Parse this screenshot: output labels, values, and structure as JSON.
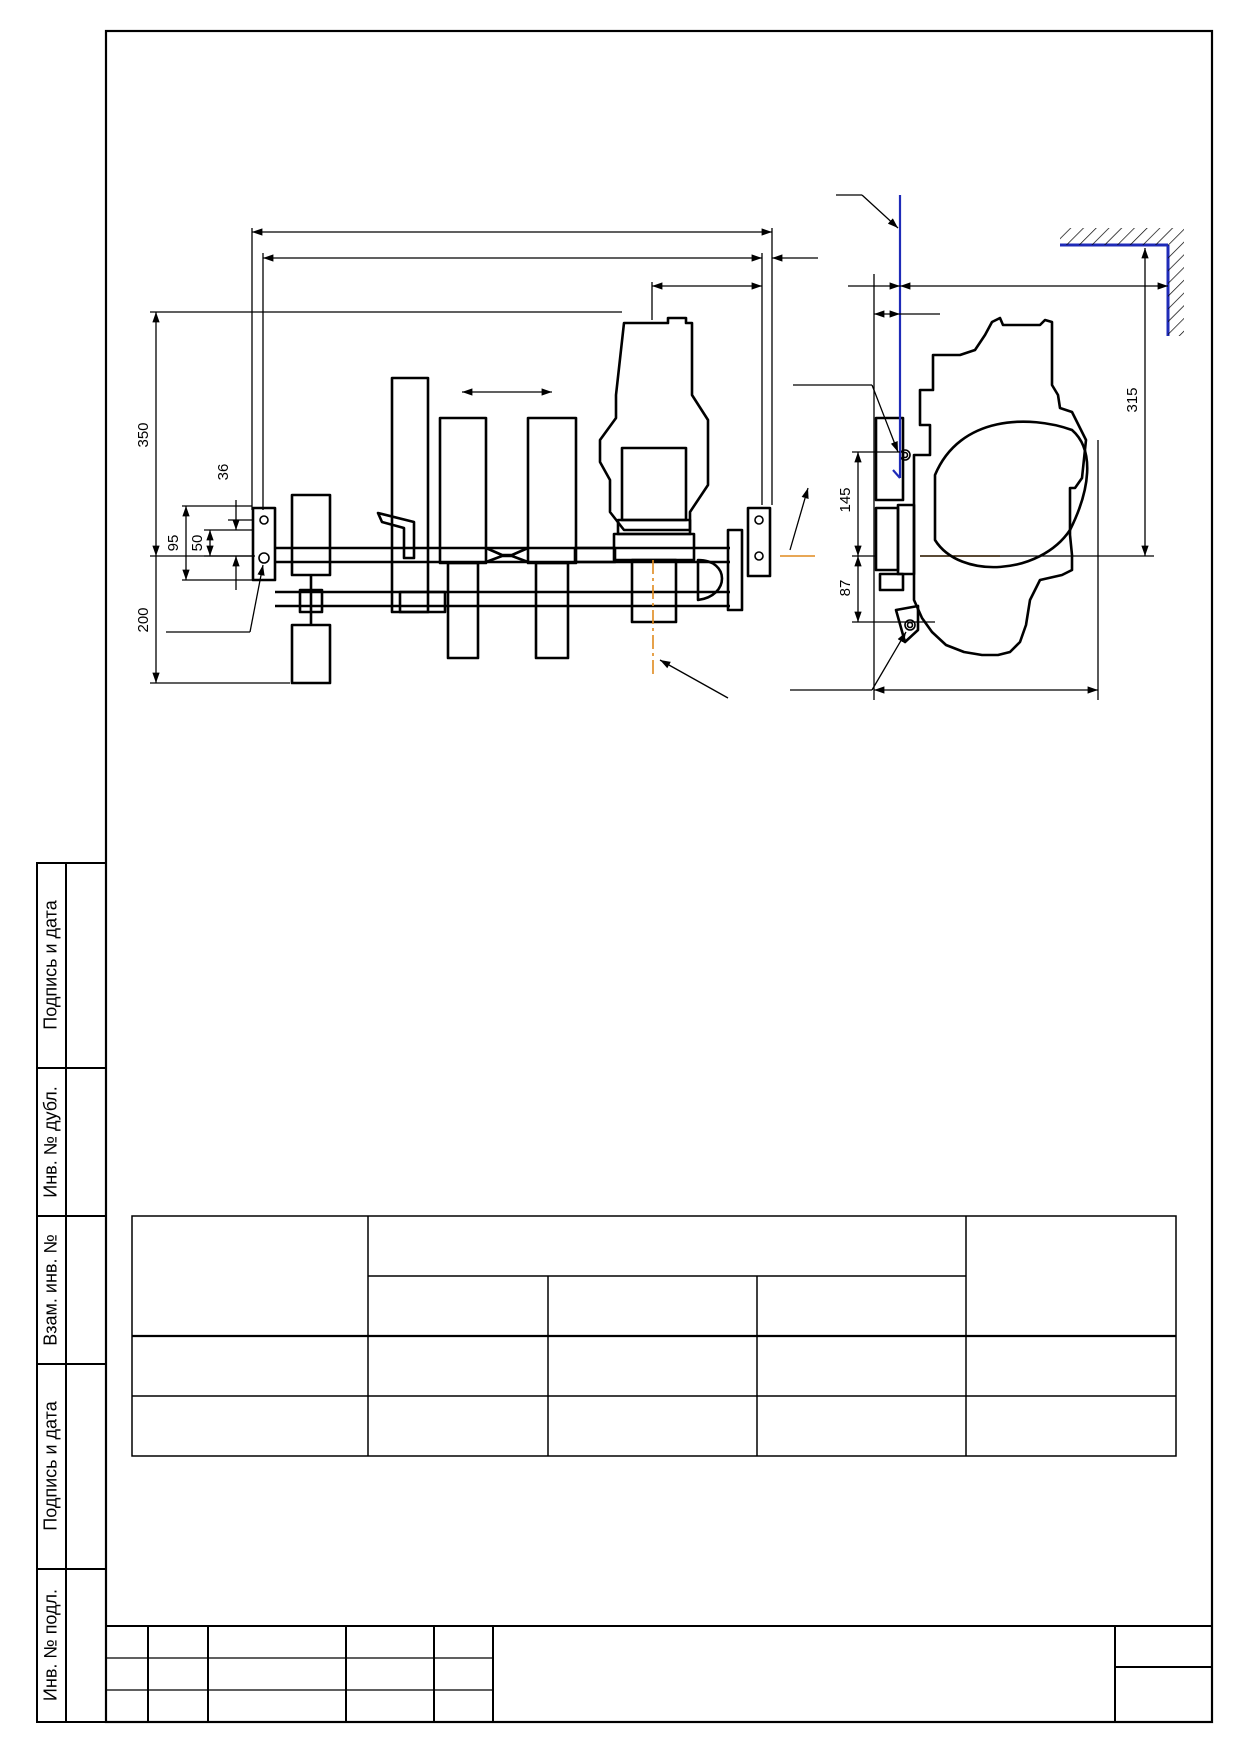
{
  "side_stamp": {
    "labels": [
      "Подпись и дата",
      "Инв. № дубл.",
      "Взам. инв. №",
      "Подпись и дата",
      "Инв. № подл."
    ]
  },
  "dimensions": {
    "d350": "350",
    "d36": "36",
    "d95": "95",
    "d50": "50",
    "d200": "200",
    "d145": "145",
    "d87": "87",
    "d315": "315"
  },
  "colors": {
    "line": "#000000",
    "axis": "#1f2bb8",
    "center": "#e08a1e"
  }
}
